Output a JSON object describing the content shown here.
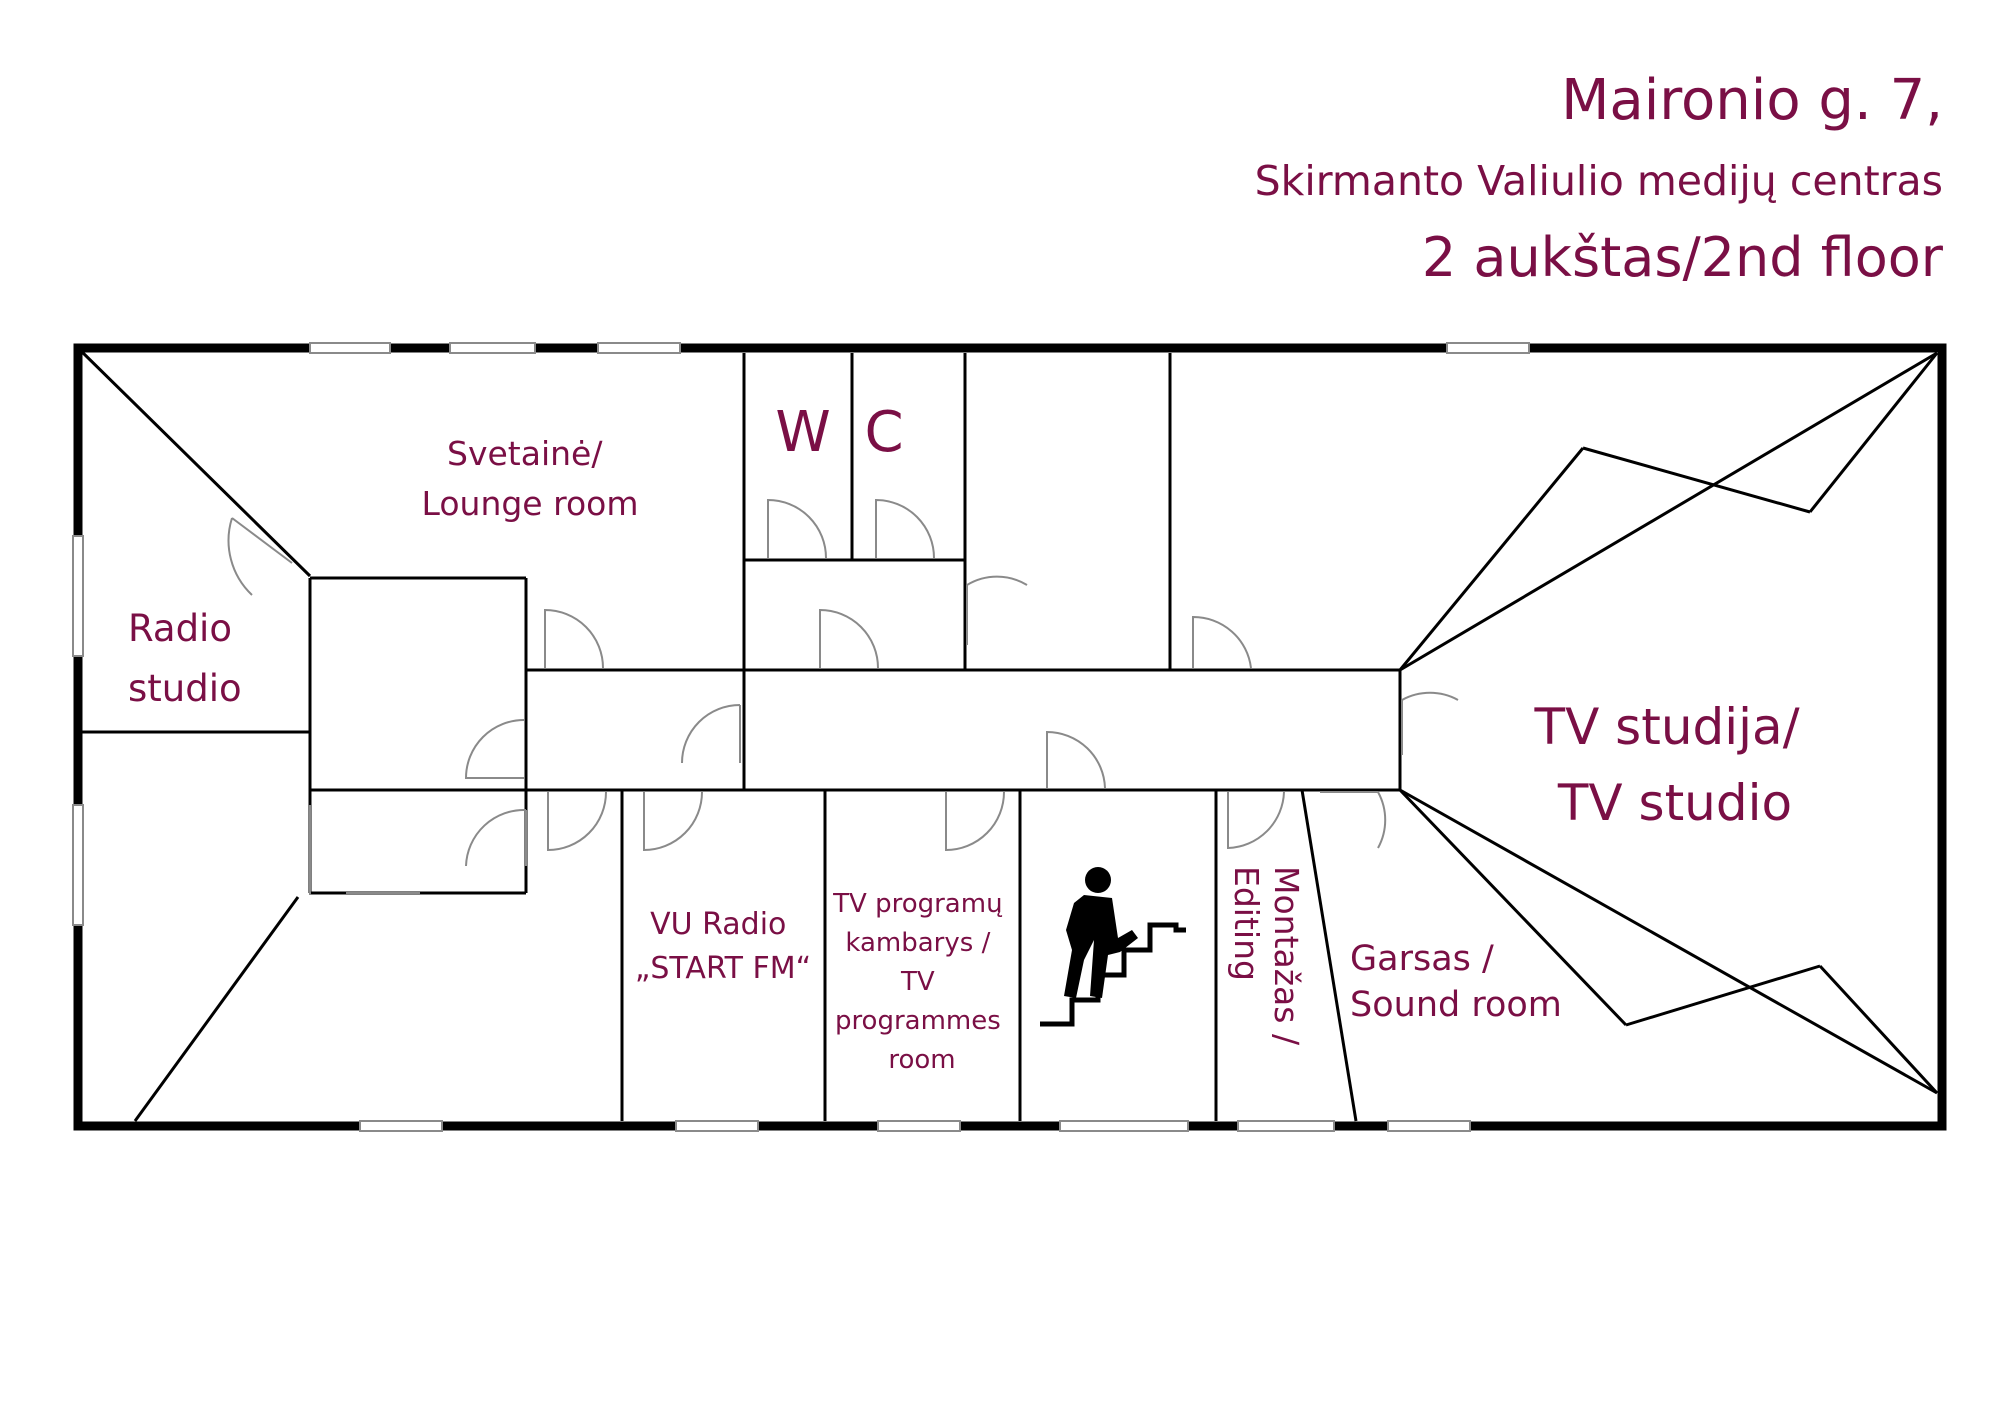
{
  "header": {
    "address": "Maironio g. 7,",
    "center_name": "Skirmanto Valiulio medijų centras",
    "floor": "2 aukštas/2nd floor"
  },
  "rooms": {
    "lounge": [
      "Svetainė/",
      "Lounge room"
    ],
    "wc": [
      "W",
      "C"
    ],
    "radio_studio": [
      "Radio",
      "studio"
    ],
    "tv_studio": [
      "TV studija/",
      "TV studio"
    ],
    "vu_radio": [
      "VU Radio",
      "„START FM“"
    ],
    "tv_programmes": [
      "TV programų",
      "kambarys /",
      "TV",
      "programmes",
      "room"
    ],
    "editing": [
      "Montažas /",
      "Editing"
    ],
    "sound": [
      "Garsas /",
      "Sound room"
    ]
  },
  "colors": {
    "accent": "#7a0f45",
    "walls": "#000000",
    "doors": "#8a8a8a"
  },
  "icons": {
    "stairs": "person-climbing-stairs-icon"
  }
}
